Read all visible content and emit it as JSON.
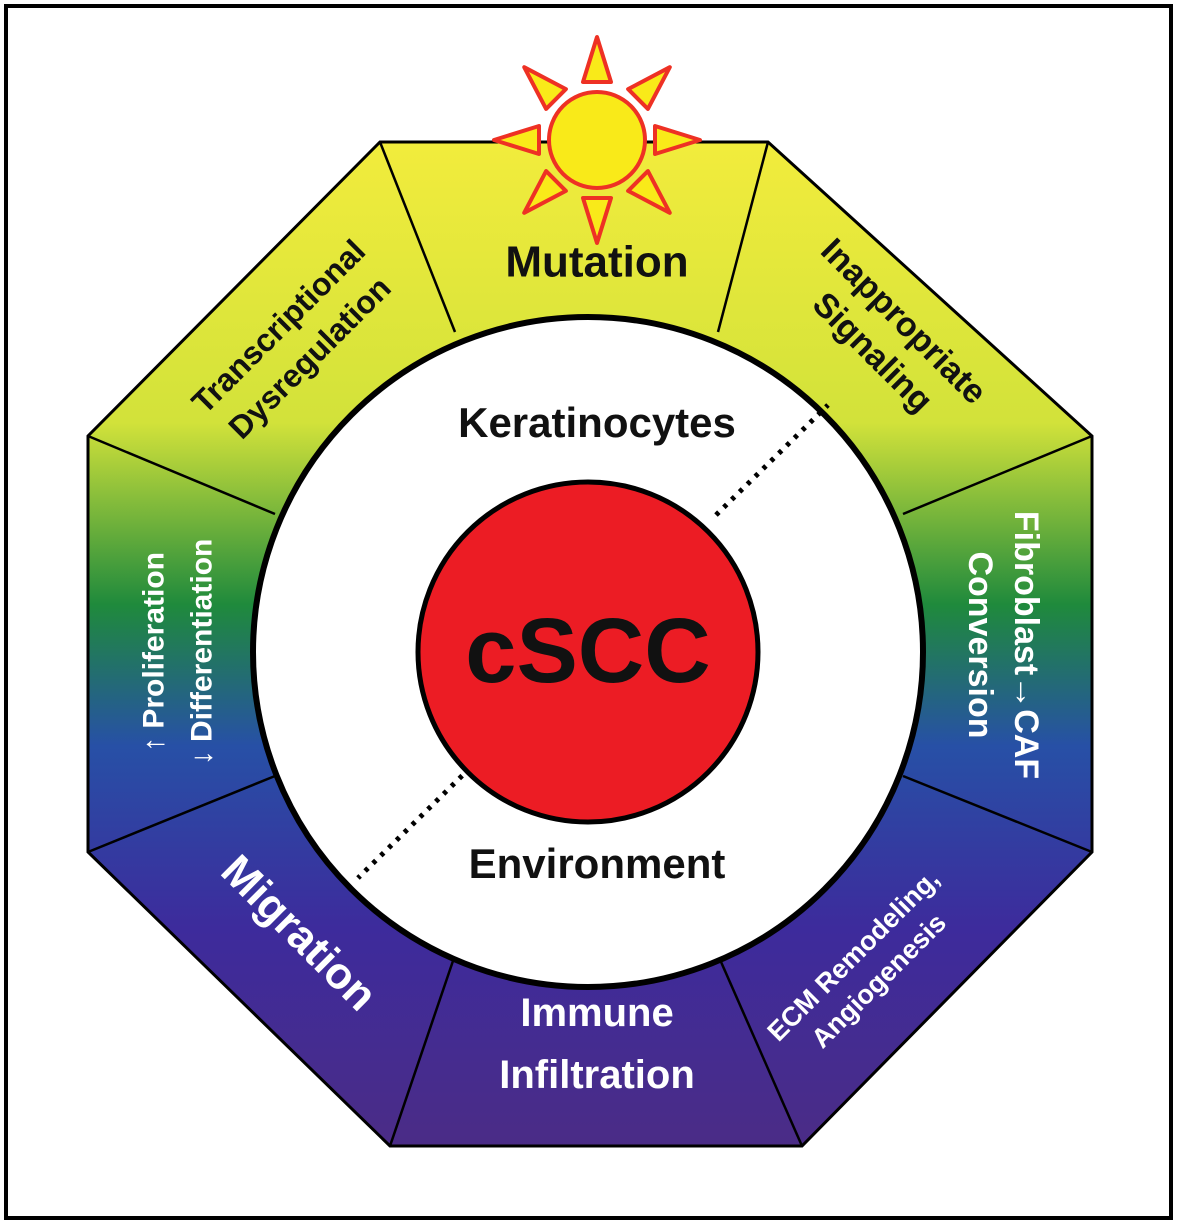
{
  "diagram": {
    "center_label": "cSCC",
    "inner_top_label": "Keratinocytes",
    "inner_bottom_label": "Environment",
    "segments": [
      {
        "id": "mutation",
        "lines": [
          "Mutation"
        ]
      },
      {
        "id": "inappropriate-signaling",
        "lines": [
          "Inappropriate",
          "Signaling"
        ]
      },
      {
        "id": "fibroblast-caf",
        "lines": [
          "Fibroblast→CAF",
          "Conversion"
        ]
      },
      {
        "id": "ecm-remodeling",
        "lines": [
          "ECM Remodeling,",
          "Angiogenesis"
        ]
      },
      {
        "id": "immune-infiltration",
        "lines": [
          "Immune",
          "Infiltration"
        ]
      },
      {
        "id": "migration",
        "lines": [
          "Migration"
        ]
      },
      {
        "id": "proliferation-differentiation",
        "lines": [
          "↑ Proliferation",
          "↓ Differentiation"
        ]
      },
      {
        "id": "transcriptional-dysregulation",
        "lines": [
          "Transcriptional",
          "Dysregulation"
        ]
      }
    ],
    "sun_icon": "sun-icon",
    "colors": {
      "gradient_top": "#f2ec3c",
      "gradient_yellow_green": "#d2e23a",
      "gradient_green": "#1f8a3c",
      "gradient_blue": "#2750a6",
      "gradient_indigo": "#3d2b9c",
      "gradient_bottom": "#4b2c86",
      "center_circle": "#ec1c24",
      "sun_fill": "#f9ea19",
      "sun_outline": "#ee3124",
      "dark_text": "#111111",
      "light_text": "#ffffff"
    }
  }
}
